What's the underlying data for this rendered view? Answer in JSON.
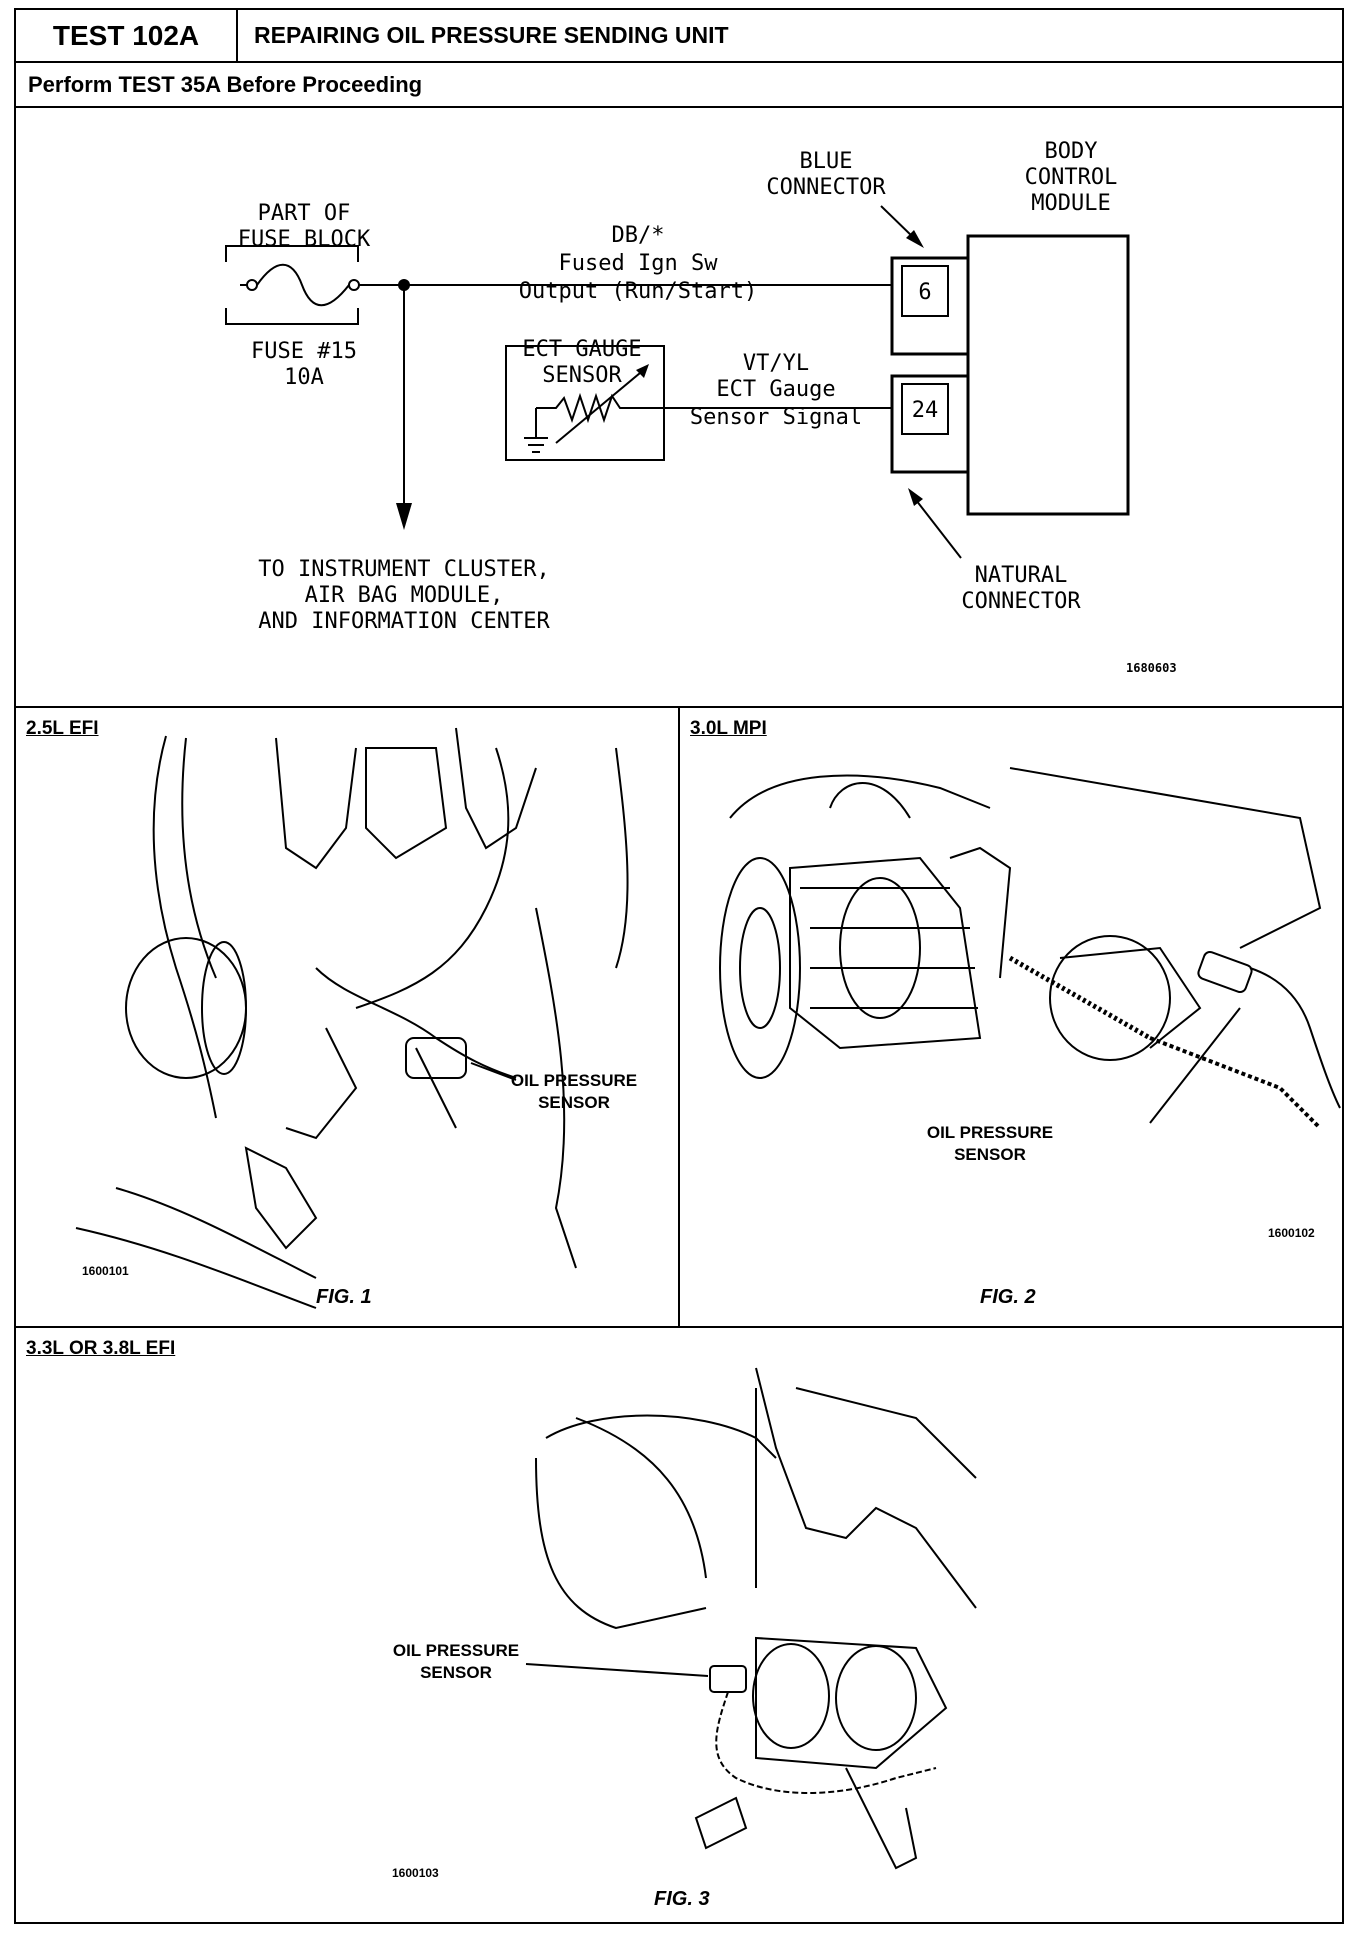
{
  "header": {
    "test_number": "TEST 102A",
    "title": "REPAIRING OIL PRESSURE SENDING UNIT",
    "prerequisite": "Perform TEST 35A Before Proceeding"
  },
  "schematic": {
    "fuse_block_label_1": "PART OF",
    "fuse_block_label_2": "FUSE BLOCK",
    "fuse_name": "FUSE #15",
    "fuse_rating": "10A",
    "wire1_color": "DB/*",
    "wire1_desc_1": "Fused Ign Sw",
    "wire1_desc_2": "Output (Run/Start)",
    "blue_connector_1": "BLUE",
    "blue_connector_2": "CONNECTOR",
    "bcm_1": "BODY",
    "bcm_2": "CONTROL",
    "bcm_3": "MODULE",
    "pin_a": "6",
    "pin_b": "24",
    "sensor_1": "ECT GAUGE",
    "sensor_2": "SENSOR",
    "wire2_color": "VT/YL",
    "wire2_desc_1": "ECT Gauge",
    "wire2_desc_2": "Sensor Signal",
    "natural_connector_1": "NATURAL",
    "natural_connector_2": "CONNECTOR",
    "to_1": "TO INSTRUMENT CLUSTER,",
    "to_2": "AIR BAG MODULE,",
    "to_3": "AND INFORMATION CENTER",
    "code": "1680603"
  },
  "fig1": {
    "engine": "2.5L EFI",
    "callout_1": "OIL PRESSURE",
    "callout_2": "SENSOR",
    "code": "1600101",
    "caption": "FIG. 1"
  },
  "fig2": {
    "engine": "3.0L MPI",
    "callout_1": "OIL PRESSURE",
    "callout_2": "SENSOR",
    "code": "1600102",
    "caption": "FIG. 2"
  },
  "fig3": {
    "engine": "3.3L OR 3.8L EFI",
    "callout_1": "OIL PRESSURE",
    "callout_2": "SENSOR",
    "code": "1600103",
    "caption": "FIG. 3"
  }
}
